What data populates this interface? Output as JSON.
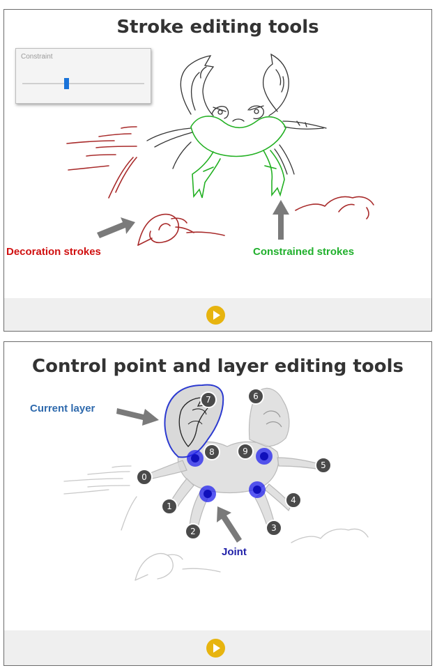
{
  "top_panel": {
    "title": "Stroke editing tools",
    "constraint_panel": {
      "label": "Constraint",
      "slider_value": 0.36
    },
    "annotations": {
      "decoration": "Decoration strokes",
      "constrained": "Constrained strokes"
    },
    "colors": {
      "decoration_stroke": "#a82a2a",
      "constrained_stroke": "#22b022",
      "crab_stroke": "#333333",
      "arrow": "#7a7a7a"
    },
    "play_icon": "play-icon"
  },
  "bottom_panel": {
    "title": "Control point and layer editing tools",
    "annotations": {
      "current_layer": "Current layer",
      "joint": "Joint"
    },
    "control_points": [
      "0",
      "1",
      "2",
      "3",
      "4",
      "5",
      "6",
      "7",
      "8",
      "9"
    ],
    "colors": {
      "layer_outline": "#2c3ad0",
      "joint": "#2222ee",
      "control_point": "#4a4a4a",
      "shape_fill": "#d9d9d9"
    },
    "play_icon": "play-icon"
  }
}
